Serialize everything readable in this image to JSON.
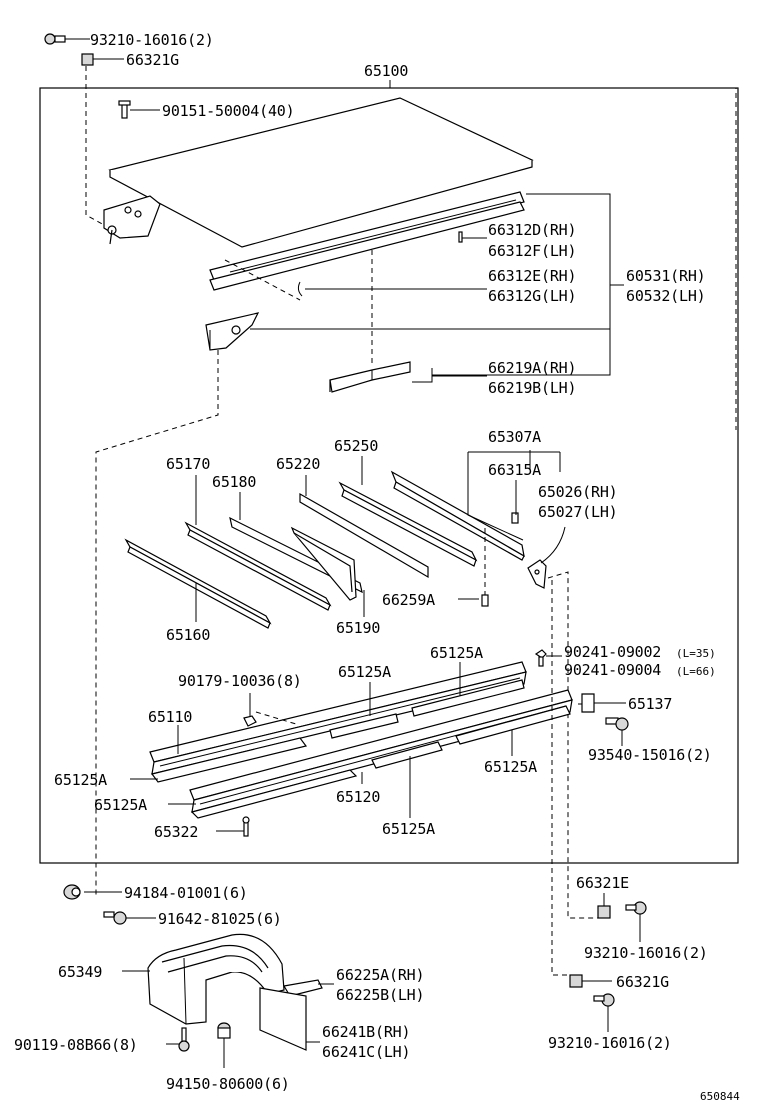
{
  "labels": {
    "p93210_top": "93210-16016(2)",
    "p66321g_top": "66321G",
    "p65100": "65100",
    "p90151": "90151-50004(40)",
    "p66312d": "66312D(RH)",
    "p66312f": "66312F(LH)",
    "p66312e": "66312E(RH)",
    "p66312g": "66312G(LH)",
    "p60531": "60531(RH)",
    "p60532": "60532(LH)",
    "p66219a": "66219A(RH)",
    "p66219b": "66219B(LH)",
    "p65307a": "65307A",
    "p66315a": "66315A",
    "p65026": "65026(RH)",
    "p65027": "65027(LH)",
    "p65170": "65170",
    "p65180": "65180",
    "p65220": "65220",
    "p65250": "65250",
    "p66259a": "66259A",
    "p65190": "65190",
    "p65160": "65160",
    "p90241_a": "90241-09002",
    "p90241_a_len": "(L=35)",
    "p90241_b": "90241-09004",
    "p90241_b_len": "(L=66)",
    "p90179": "90179-10036(8)",
    "p65125a_1": "65125A",
    "p65125a_2": "65125A",
    "p65137": "65137",
    "p65110": "65110",
    "p93540": "93540-15016(2)",
    "p65125a_3": "65125A",
    "p65125a_4": "65125A",
    "p65120": "65120",
    "p65125a_5": "65125A",
    "p65125a_6": "65125A",
    "p65322": "65322",
    "p94184": "94184-01001(6)",
    "p91642": "91642-81025(6)",
    "p66321e": "66321E",
    "p93210_mid": "93210-16016(2)",
    "p65349": "65349",
    "p66225a": "66225A(RH)",
    "p66225b": "66225B(LH)",
    "p66321g_bot": "66321G",
    "p90119": "90119-08B66(8)",
    "p66241b": "66241B(RH)",
    "p66241c": "66241C(LH)",
    "p93210_bot": "93210-16016(2)",
    "p94150": "94150-80600(6)",
    "figure_code": "650844"
  }
}
